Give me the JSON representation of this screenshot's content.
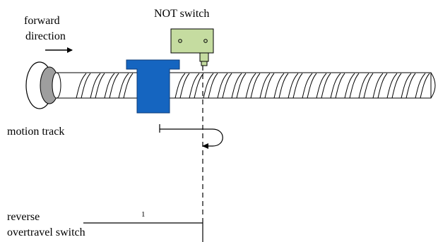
{
  "labels": {
    "forward_line1": "forward",
    "forward_line2": "direction",
    "not_switch": "NOT switch",
    "motion_track": "motion track",
    "reverse_line1": "reverse",
    "reverse_line2": "overtravel switch",
    "signal_level": "1"
  },
  "colors": {
    "carriage": "#1565c0",
    "switch_body": "#c5dca0",
    "end_cap": "#9e9e9e"
  }
}
